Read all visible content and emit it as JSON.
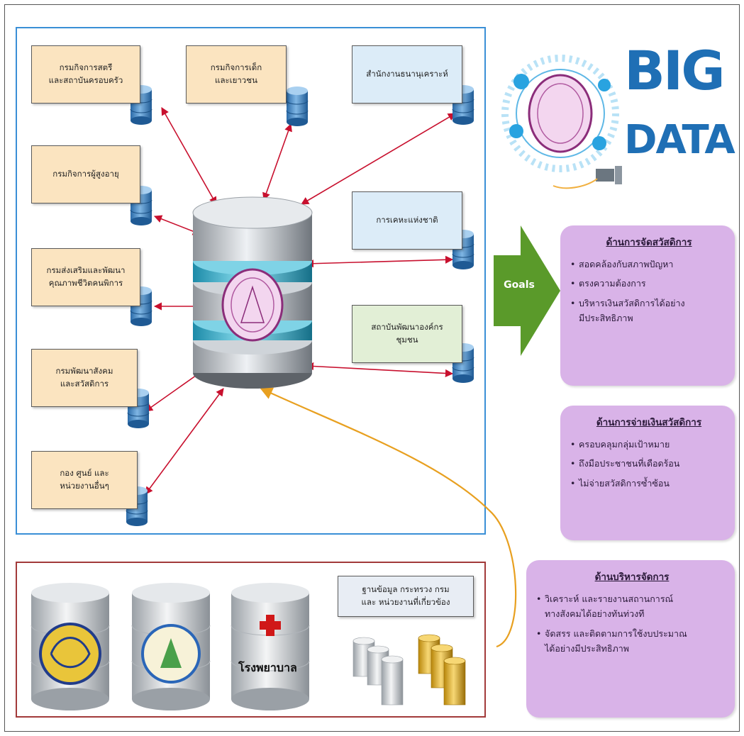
{
  "orgs": {
    "women_family": "กรมกิจการสตรี\nและสถาบันครอบครัว",
    "children_youth": "กรมกิจการเด็ก\nและเยาวชน",
    "welfare_office": "สำนักงานธนานุเคราะห์",
    "elderly": "กรมกิจการผู้สูงอายุ",
    "national_housing": "การเคหะแห่งชาติ",
    "disabled": "กรมส่งเสริมและพัฒนา\nคุณภาพชีวิตคนพิการ",
    "community_org": "สถาบันพัฒนาองค์กร\nชุมชน",
    "social_dev": "กรมพัฒนาสังคม\nและสวัสดิการ",
    "other_units": "กอง ศูนย์ และ\nหน่วยงานอื่นๆ"
  },
  "big_data": {
    "line1": "BIG",
    "line2": "DATA"
  },
  "goals_label": "Goals",
  "panels": [
    {
      "title": "ด้านการจัดสวัสดิการ",
      "items": [
        "สอดคล้องกับสภาพปัญหา",
        "ตรงความต้องการ",
        "บริหารเงินสวัสดิการได้อย่าง\nมีประสิทธิภาพ"
      ]
    },
    {
      "title": "ด้านการจ่ายเงินสวัสดิการ",
      "items": [
        "ครอบคลุมกลุ่มเป้าหมาย",
        "ถึงมือประชาชนที่เดือดร้อน",
        "ไม่จ่ายสวัสดิการซ้ำซ้อน"
      ]
    },
    {
      "title": "ด้านบริหารจัดการ",
      "items": [
        "วิเคราะห์ และรายงานสถานการณ์\nทางสังคมได้อย่างทันท่วงที",
        "จัดสรร และติดตามการใช้งบประมาณ\nได้อย่างมีประสิทธิภาพ"
      ]
    }
  ],
  "bottom": {
    "hospital_label": "โรงพยาบาล",
    "ministry_db": "ฐานข้อมูล กระทรวง กรม\nและ หน่วยงานที่เกี่ยวข้อง"
  },
  "colors": {
    "arrow_red": "#c8102e",
    "arrow_orange": "#e8a020",
    "goals_green": "#5a9a2a",
    "panel_purple": "#d9b3e8",
    "brand_blue": "#1f6fb5"
  }
}
